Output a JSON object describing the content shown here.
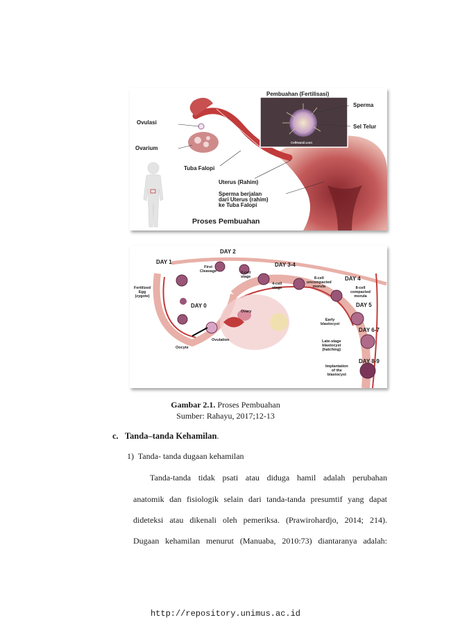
{
  "figure1": {
    "title": "Proses Pembuahan",
    "labels": {
      "fertilisasi": "Pembuahan (Fertilisasi)",
      "sperma": "Sperma",
      "sel_telur": "Sel Telur",
      "ovulasi": "Ovulasi",
      "ovarium": "Ovarium",
      "tuba": "Tuba Falopi",
      "uterus": "Uterus (Rahim)",
      "sperma_berjalan_1": "Sperma berjalan",
      "sperma_berjalan_2": "dari Uterus (rahim)",
      "sperma_berjalan_3": "ke Tuba Falopi",
      "credit": "CellHamil.com"
    }
  },
  "figure2": {
    "labels": {
      "day1": "DAY 1",
      "day2": "DAY 2",
      "day34": "DAY 3-4",
      "day4": "DAY 4",
      "day5": "DAY 5",
      "day67": "DAY 6-7",
      "day89": "DAY 8-9",
      "day0": "DAY 0",
      "fertilized_1": "Fertilized",
      "fertilized_2": "Egg",
      "fertilized_3": "(zygote)",
      "first_cleavage_1": "First",
      "first_cleavage_2": "Cleavage",
      "two_cell_1": "2-cell",
      "two_cell_2": "stage",
      "four_cell_1": "4-cell",
      "four_cell_2": "stage",
      "eight_uncomp_1": "8-cell",
      "eight_uncomp_2": "uncompacted",
      "eight_uncomp_3": "morula",
      "eight_comp_1": "8-cell",
      "eight_comp_2": "compacted",
      "eight_comp_3": "morula",
      "ovary": "Ovary",
      "early_1": "Early",
      "early_2": "blastocyst",
      "late_1": "Late-stage",
      "late_2": "blastocyst",
      "late_3": "(hatching)",
      "implant_1": "Implantation",
      "implant_2": "of the",
      "implant_3": "blastocyst",
      "ovulation": "Ovulation",
      "oocyte": "Oocyte"
    }
  },
  "caption": {
    "label": "Gambar 2.1.",
    "title": "Proses Pembuahan",
    "source": "Sumber: Rahayu, 2017;12-13"
  },
  "section": {
    "marker": "c.",
    "title": "Tanda–tanda Kehamilan",
    "title_end": "."
  },
  "subsection": {
    "marker": "1)",
    "title": "Tanda- tanda dugaan kehamilan"
  },
  "paragraph": {
    "line1": "Tanda-tanda tidak psati atau diduga hamil adalah perubahan",
    "line2": "anatomik dan fisiologik selain dari tanda-tanda presumtif yang dapat",
    "line3": "dideteksi atau dikenali oleh pemeriksa. (Prawirohardjo, 2014; 214).",
    "line4": "Dugaan kehamilan menurut (Manuaba, 2010:73) diantaranya adalah:"
  },
  "footer": {
    "url": "http://repository.unimus.ac.id"
  },
  "colors": {
    "tissue": "#b84a4a",
    "tissue_light": "#e8b0a8",
    "tube": "#c23b3b",
    "embryo": "#7a3558",
    "watermark": "#3a67b0"
  }
}
